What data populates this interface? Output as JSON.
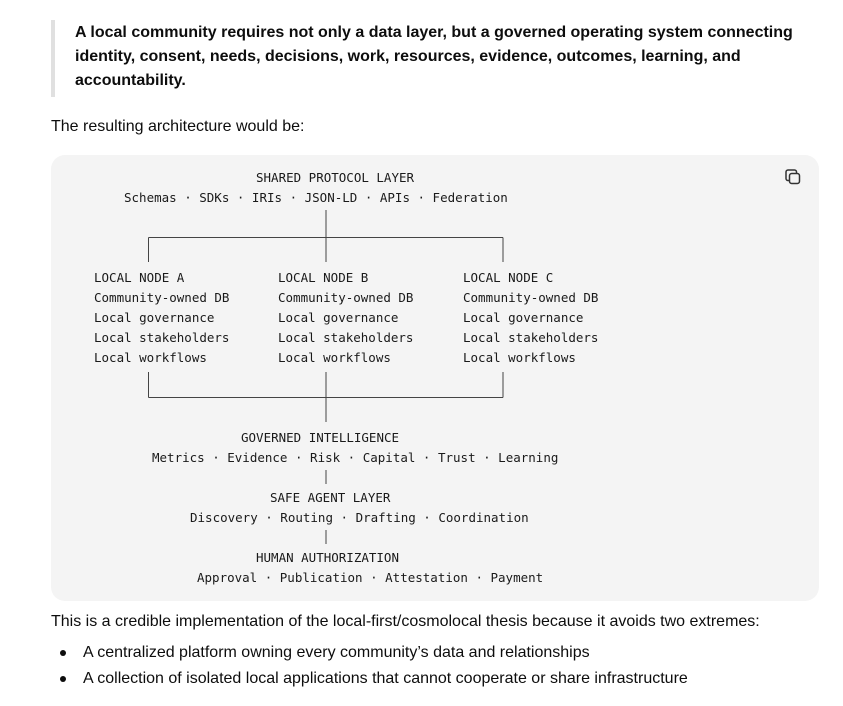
{
  "quote": "A local community requires not only a data layer, but a governed operating system connecting identity, consent, needs, decisions, work, resources, evidence, outcomes, learning, and accountability.",
  "intro": "The resulting architecture would be:",
  "diagram": {
    "protocol_title": "SHARED PROTOCOL LAYER",
    "protocol_items": "Schemas · SDKs · IRIs · JSON-LD · APIs · Federation",
    "nodes": [
      {
        "title": "LOCAL NODE A",
        "lines": [
          "Community-owned DB",
          "Local governance",
          "Local stakeholders",
          "Local workflows"
        ]
      },
      {
        "title": "LOCAL NODE B",
        "lines": [
          "Community-owned DB",
          "Local governance",
          "Local stakeholders",
          "Local workflows"
        ]
      },
      {
        "title": "LOCAL NODE C",
        "lines": [
          "Community-owned DB",
          "Local governance",
          "Local stakeholders",
          "Local workflows"
        ]
      }
    ],
    "intelligence_title": "GOVERNED INTELLIGENCE",
    "intelligence_items": "Metrics · Evidence · Risk · Capital · Trust · Learning",
    "agent_title": "SAFE AGENT LAYER",
    "agent_items": "Discovery · Routing · Drafting · Coordination",
    "human_title": "HUMAN AUTHORIZATION",
    "human_items": "Approval · Publication · Attestation · Payment"
  },
  "after": "This is a credible implementation of the local-first/cosmolocal thesis because it avoids two extremes:",
  "bullets": [
    "A centralized platform owning every community’s data and relationships",
    "A collection of isolated local applications that cannot cooperate or share infrastructure"
  ],
  "icons": {
    "copy": "copy-icon"
  }
}
